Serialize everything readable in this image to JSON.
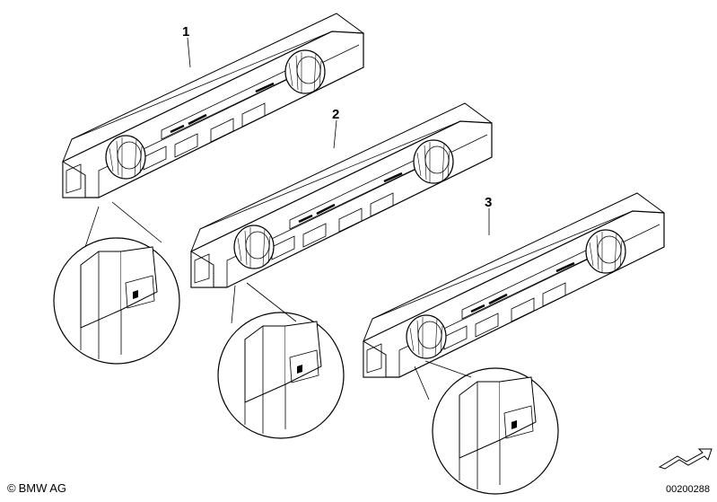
{
  "callouts": [
    "1",
    "2",
    "3"
  ],
  "footer": {
    "copyright_symbol": "©",
    "copyright_text": "BMW AG",
    "diagram_number": "00200288"
  },
  "icons": [
    "copyright-icon",
    "direction-arrow-icon"
  ]
}
